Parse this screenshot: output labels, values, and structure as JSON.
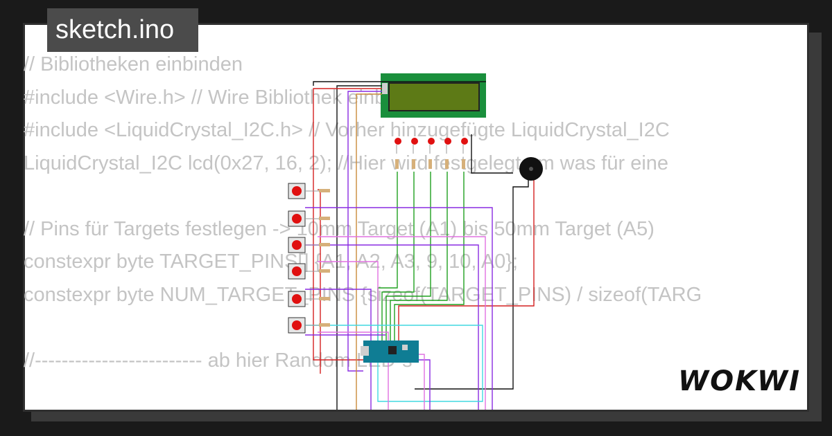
{
  "file_tab": {
    "label": "sketch.ino"
  },
  "code_lines": [
    "// Bibliotheken einbinden",
    "#include <Wire.h> // Wire Bibliothek einbinden",
    "#include <LiquidCrystal_I2C.h> // Vorher hinzugefügte LiquidCrystal_I2C",
    "LiquidCrystal_I2C lcd(0x27, 16, 2); //Hier wird festgelegt um was für eine",
    "",
    "// Pins für Targets festlegen -> 10mm Target (A1) bis 50mm Target (A5)",
    "constexpr byte TARGET_PINS[] {A1, A2, A3, 9, 10, A0};",
    "constexpr byte NUM_TARGET_PINS {sizeof(TARGET_PINS) / sizeof(TARG",
    "",
    "//------------------------- ab hier Random LED´s"
  ],
  "brand": {
    "logo": "WOKWI"
  },
  "colors": {
    "background": "#1a1a1a",
    "panel": "#ffffff",
    "code_text": "#c4c4c4",
    "lcd_board": "#1a8f3c",
    "lcd_screen": "#5d7a16",
    "arduino": "#0f7d94",
    "button_red": "#e01010",
    "wire_red": "#d42020",
    "wire_green": "#1ea01e",
    "wire_black": "#111111",
    "wire_purple": "#8a2be2",
    "wire_cyan": "#40d8e0",
    "wire_pink": "#e070e0"
  },
  "icons": {
    "lcd": "lcd-1602-display",
    "leds": "red-led-icon",
    "buttons": "pushbutton-icon",
    "buzzer": "buzzer-icon",
    "board": "arduino-nano-board"
  }
}
